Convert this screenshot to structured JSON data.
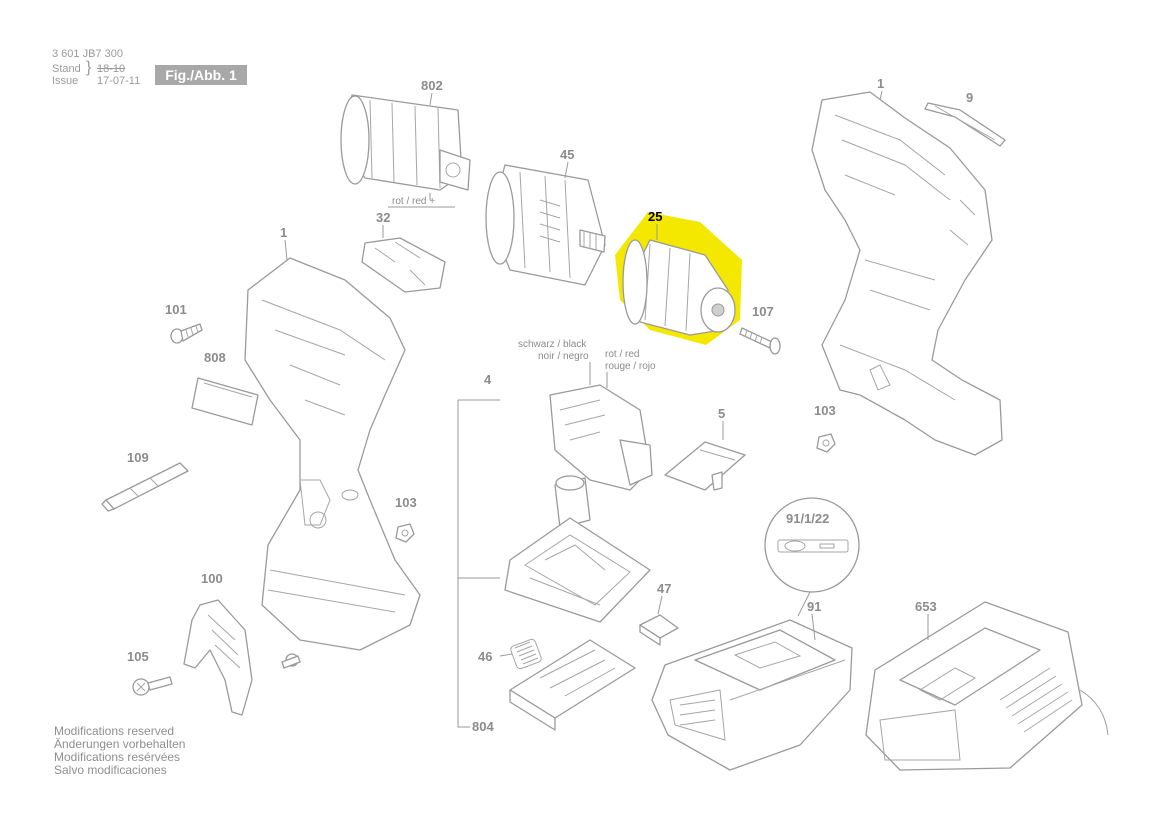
{
  "header": {
    "doc_number": "3 601 JB7 300",
    "stand_label": "Stand",
    "issue_label": "Issue",
    "stand_value_struck": "18-10",
    "issue_value": "17-07-11",
    "figure_label": "Fig./Abb. 1"
  },
  "wire_labels": {
    "motor_wire": "rot / red +",
    "switch_black_1": "schwarz / black",
    "switch_black_2": "noir / negro",
    "switch_red_1": "rot / red",
    "switch_red_2": "rouge / rojo"
  },
  "parts": [
    {
      "id": "802"
    },
    {
      "id": "45"
    },
    {
      "id": "25",
      "highlighted": true
    },
    {
      "id": "107"
    },
    {
      "id": "32"
    },
    {
      "id": "1"
    },
    {
      "id": "101"
    },
    {
      "id": "808"
    },
    {
      "id": "109"
    },
    {
      "id": "103"
    },
    {
      "id": "100"
    },
    {
      "id": "105"
    },
    {
      "id": "4"
    },
    {
      "id": "5"
    },
    {
      "id": "47"
    },
    {
      "id": "46"
    },
    {
      "id": "804"
    },
    {
      "id": "91/1/22"
    },
    {
      "id": "91"
    },
    {
      "id": "653"
    },
    {
      "id": "9"
    }
  ],
  "labels": {
    "p802": "802",
    "p45": "45",
    "p25": "25",
    "p107": "107",
    "p32": "32",
    "p1_left": "1",
    "p1_right": "1",
    "p101": "101",
    "p808": "808",
    "p109": "109",
    "p103_left": "103",
    "p103_right": "103",
    "p100": "100",
    "p105": "105",
    "p4": "4",
    "p5": "5",
    "p47": "47",
    "p46": "46",
    "p804": "804",
    "p91_1_22": "91/1/22",
    "p91": "91",
    "p653": "653",
    "p9": "9"
  },
  "footer_notes": [
    "Modifications reserved",
    "Änderungen vorbehalten",
    "Modifications resérvées",
    "Salvo modificaciones"
  ],
  "colors": {
    "highlight": "#f5e800",
    "line": "#9a9a9a",
    "badge": "#a8a8a8"
  }
}
